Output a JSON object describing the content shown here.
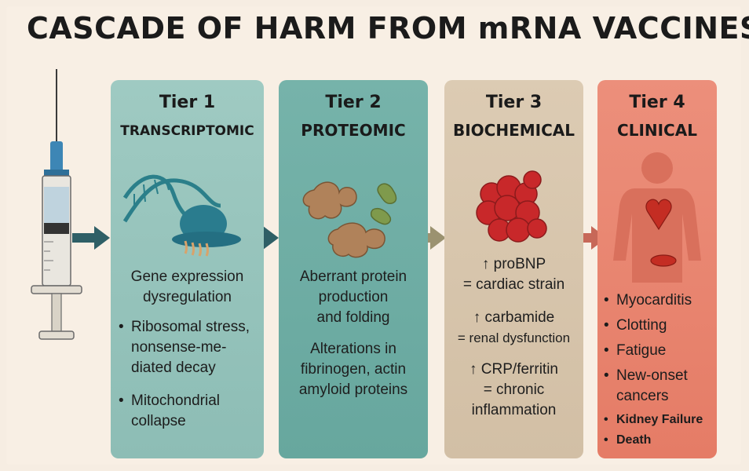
{
  "title": "CASCADE OF HARM FROM mRNA VACCINES",
  "colors": {
    "background": "#f6ede2",
    "tier1": "#9fcac2",
    "tier2": "#76b3aa",
    "tier3": "#dccbb3",
    "tier4": "#ec8f7b",
    "arrow_teal": "#2f5f66",
    "arrow_olive": "#9b9270",
    "arrow_red": "#c76858"
  },
  "icons": [
    "syringe-icon",
    "dna-ribosome-icon",
    "misfolded-protein-icon",
    "blood-cell-cluster-icon",
    "human-silhouette-icon"
  ],
  "tiers": [
    {
      "tier": "Tier 1",
      "name": "TRANSCRIPTOMIC",
      "lines": [
        "Gene expression",
        "dysregulation"
      ],
      "bullets": [
        [
          "Ribosomal stress,",
          "nonsense-me-",
          "diated decay"
        ],
        [
          "Mitochondrial",
          "collapse"
        ]
      ]
    },
    {
      "tier": "Tier 2",
      "name": "PROTEOMIC",
      "lines": [
        "Aberrant protein",
        "production",
        "and folding"
      ],
      "lines2": [
        "Alterations in",
        "fibrinogen, actin",
        "amyloid proteins"
      ]
    },
    {
      "tier": "Tier 3",
      "name": "BIOCHEMICAL",
      "markers": [
        {
          "arrow": "↑",
          "name": "proBNP",
          "effect": "= cardiac strain"
        },
        {
          "arrow": "↑",
          "name": "carbamide",
          "effect": "= renal dysfunction"
        },
        {
          "arrow": "↑",
          "name": "CRP/ferritin",
          "effect": "= chronic",
          "effect2": "inflammation"
        }
      ]
    },
    {
      "tier": "Tier 4",
      "name": "CLINICAL",
      "bullets": [
        "Myocarditis",
        "Clotting",
        "Fatigue",
        "New-onset",
        "cancers"
      ],
      "bold_bullets": [
        "Kidney Failure",
        "Death"
      ]
    }
  ]
}
